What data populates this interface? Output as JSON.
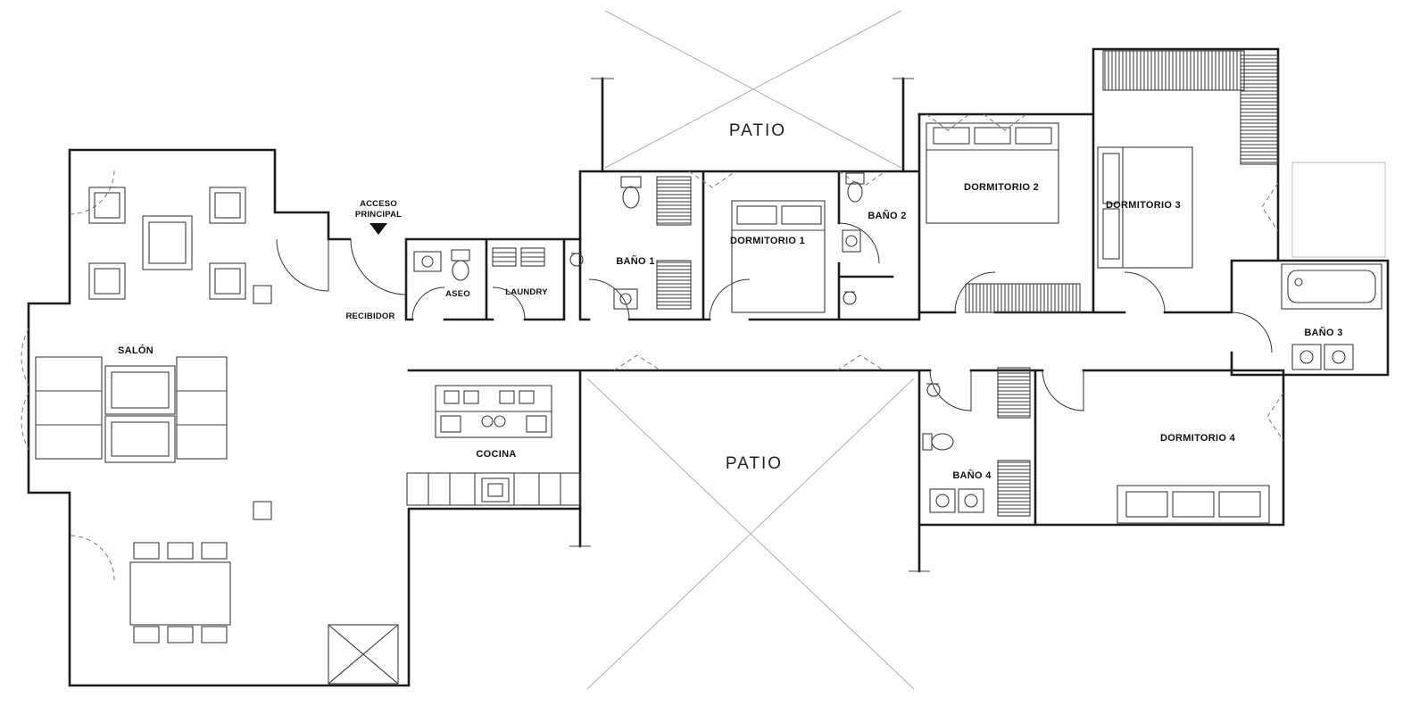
{
  "page": {
    "title": "Apartment floor plan"
  },
  "rooms": {
    "salon": "SALÓN",
    "acceso_principal_line1": "ACCESO",
    "acceso_principal_line2": "PRINCIPAL",
    "recibidor": "RECIBIDOR",
    "aseo": "ASEO",
    "laundry": "LAUNDRY",
    "bano_1": "BAÑO 1",
    "dormitorio_1": "DORMITORIO 1",
    "bano_2": "BAÑO 2",
    "dormitorio_2": "DORMITORIO 2",
    "dormitorio_3": "DORMITORIO 3",
    "bano_3": "BAÑO 3",
    "patio_top": "PATIO",
    "cocina": "COCINA",
    "patio_bottom": "PATIO",
    "bano_4": "BAÑO 4",
    "dormitorio_4": "DORMITORIO 4"
  },
  "colors": {
    "background": "#ffffff",
    "walls": "#1c1c1c",
    "furniture": "#3c3c3c",
    "patio_lines": "#b0b0b0"
  }
}
